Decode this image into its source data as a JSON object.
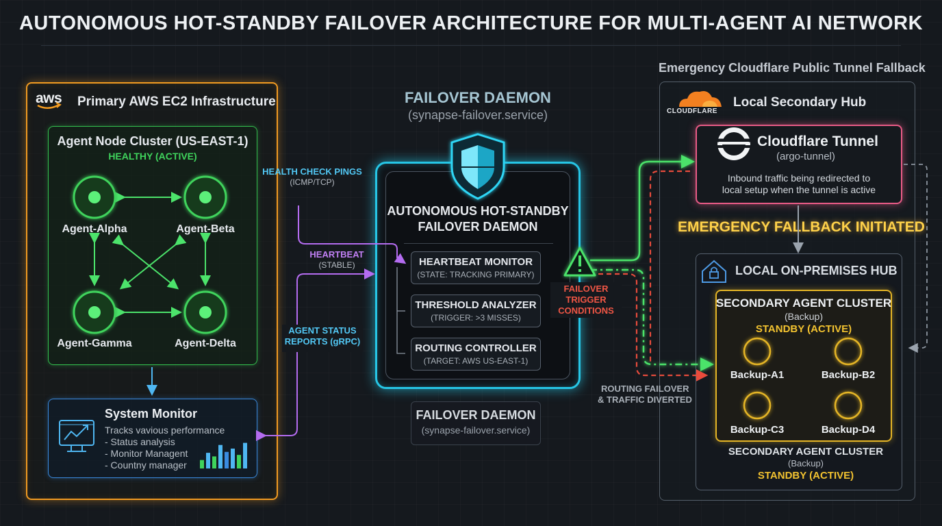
{
  "title": "AUTONOMOUS HOT-STANDBY FAILOVER ARCHITECTURE FOR MULTI-AGENT AI NETWORK",
  "aws": {
    "logo": "aws",
    "title": "Primary AWS EC2 Infrastructure",
    "cluster_title": "Agent Node Cluster (US-EAST-1)",
    "cluster_status": "HEALTHY (ACTIVE)",
    "nodes": [
      "Agent-Alpha",
      "Agent-Beta",
      "Agent-Gamma",
      "Agent-Delta"
    ],
    "monitor": {
      "title": "System Monitor",
      "lines": [
        "Tracks vavious performance",
        "- Status analysis",
        "- Monitor Managent",
        "- Countny manager"
      ],
      "bar_levels": [
        0.28,
        0.52,
        0.4,
        0.78,
        0.55,
        0.66,
        0.45,
        0.85
      ]
    }
  },
  "links": {
    "health_title": "HEALTH CHECK PINGS",
    "health_sub": "(ICMP/TCP)",
    "heartbeat_title": "HEARTBEAT",
    "heartbeat_sub": "(STABLE)",
    "status_line1": "AGENT STATUS",
    "status_line2": "REPORTS (gRPC)",
    "trigger_lines": [
      "FAILOVER",
      "TRIGGER",
      "CONDITIONS"
    ],
    "routing_line1": "ROUTING FAILOVER",
    "routing_line2": "& TRAFFIC DIVERTED"
  },
  "daemon": {
    "title": "FAILOVER DAEMON",
    "service": "(synapse-failover.service)",
    "core_line1": "AUTONOMOUS HOT-STANDBY",
    "core_line2": "FAILOVER DAEMON",
    "modules": [
      {
        "name": "HEARTBEAT MONITOR",
        "detail": "(STATE: TRACKING PRIMARY)"
      },
      {
        "name": "THRESHOLD ANALYZER",
        "detail": "(TRIGGER: >3 MISSES)"
      },
      {
        "name": "ROUTING CONTROLLER",
        "detail": "(TARGET: AWS US-EAST-1)"
      }
    ],
    "footer_title": "FAILOVER DAEMON",
    "footer_service": "(synapse-failover.service)"
  },
  "cloudflare": {
    "header": "Emergency Cloudflare Public Tunnel Fallback",
    "logo": "CLOUDFLARE",
    "hub_title": "Local Secondary Hub",
    "tunnel_title": "Cloudflare Tunnel",
    "tunnel_sub": "(argo-tunnel)",
    "tunnel_desc1": "Inbound traffic  being redirected to",
    "tunnel_desc2": "local setup when the tunnel is active",
    "emergency": "EMERGENCY FALLBACK INITIATED",
    "onprem_title": "LOCAL ON-PREMISES HUB",
    "sec_title": "SECONDARY AGENT CLUSTER",
    "sec_sub": "(Backup)",
    "sec_status": "STANDBY (ACTIVE)",
    "backups": [
      "Backup-A1",
      "Backup-B2",
      "Backup-C3",
      "Backup-D4"
    ],
    "sec_footer_title": "SECONDARY AGENT CLUSTER",
    "sec_footer_sub": "(Backup)",
    "sec_footer_status": "STANDBY (ACTIVE)"
  },
  "colors": {
    "aws_orange": "#f29b21",
    "healthy_green": "#34c24f",
    "daemon_cyan": "#26c6e6",
    "heartbeat_purple": "#b46cf0",
    "alert_red": "#e84b3c",
    "tunnel_pink": "#ea5b87",
    "standby_gold": "#e5b526",
    "monitor_blue": "#3a8be0"
  }
}
